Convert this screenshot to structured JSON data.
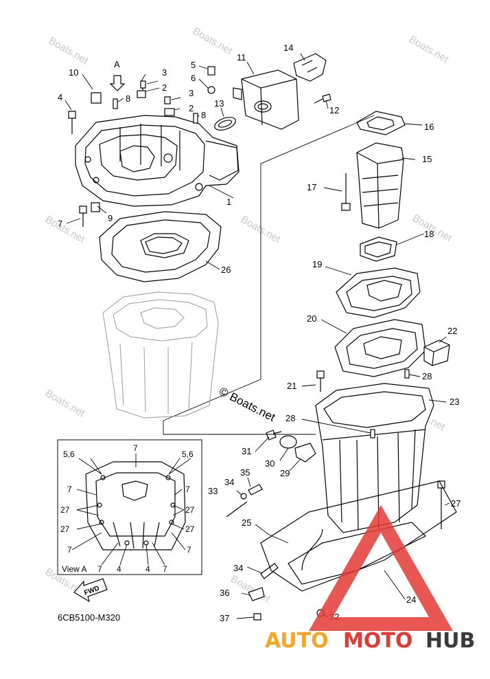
{
  "diagram": {
    "watermark_text": "Boats.net",
    "copyright_text": "© Boats.net",
    "view_arrow_label": "A",
    "inset_title": "View A",
    "fwd_label": "FWD",
    "figure_code": "6CB5100-M320",
    "brand": {
      "auto": "AUTO",
      "moto": "MOTO",
      "hub": "HUB"
    },
    "colors": {
      "brand_red": "#e53935",
      "brand_orange": "#f5a623",
      "brand_dark": "#3a3a3a",
      "watermark": "#c8c8c8"
    },
    "callouts": {
      "c1": "1",
      "c2a": "2",
      "c2b": "2",
      "c3a": "3",
      "c3b": "3",
      "c4": "4",
      "c5": "5",
      "c6": "6",
      "c7a": "7",
      "c7b": "7",
      "c8a": "8",
      "c8b": "8",
      "c9": "9",
      "c10": "10",
      "c11": "11",
      "c12": "12",
      "c13": "13",
      "c14": "14",
      "c15": "15",
      "c16": "16",
      "c17": "17",
      "c18": "18",
      "c19": "19",
      "c20": "20",
      "c21": "21",
      "c22": "22",
      "c23": "23",
      "c24": "24",
      "c25": "25",
      "c26": "26",
      "c27": "27",
      "c28a": "28",
      "c28b": "28",
      "c29": "29",
      "c30": "30",
      "c31": "31",
      "c32": "32",
      "c33": "33",
      "c34a": "34",
      "c34b": "34",
      "c35": "35",
      "c36": "36",
      "c37": "37"
    },
    "inset_callouts": {
      "i56a": "5,6",
      "i56b": "5,6",
      "i7top": "7",
      "i7l1": "7",
      "i7r1": "7",
      "i27l1": "27",
      "i27r1": "27",
      "i27l2": "27",
      "i27r2": "27",
      "i7l2": "7",
      "i7r2": "7",
      "i7b1": "7",
      "i4a": "4",
      "i4b": "4",
      "i7b2": "7"
    }
  }
}
